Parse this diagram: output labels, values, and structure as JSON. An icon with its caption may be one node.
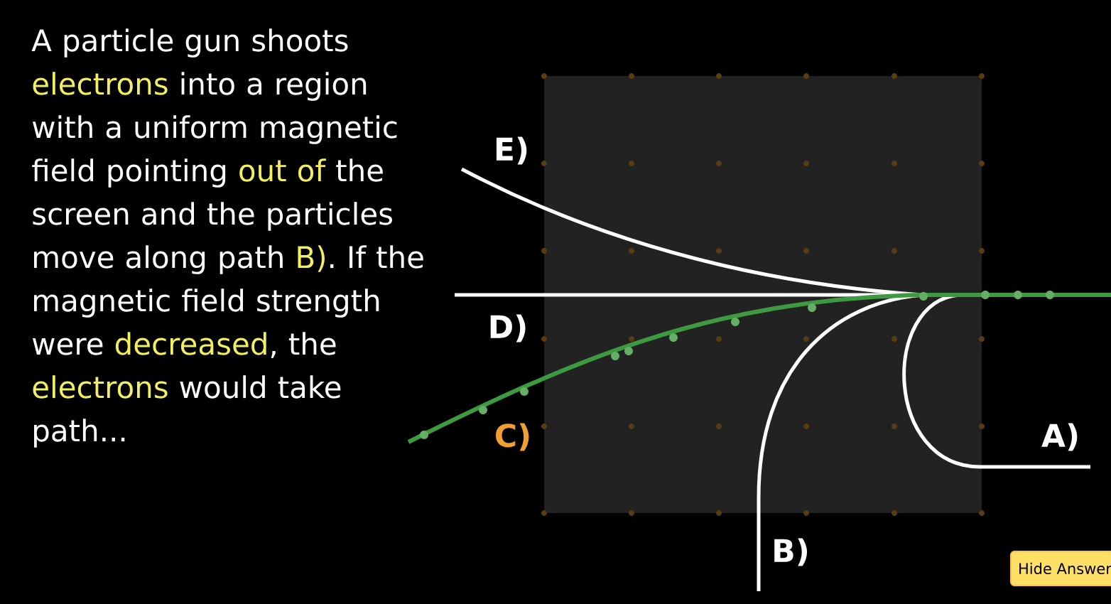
{
  "diagram": {
    "labels": [
      "A particle gun shoots",
      "electrons",
      "into a region with a uniform magnetic field pointing",
      "out of",
      "the screen and the particles move along path",
      "B)",
      ".  If the magnetic field strength were",
      "decreased",
      ", the",
      "electrons",
      "would take path...",
      "E)",
      "D)",
      "C)",
      "A)",
      "B)",
      "Hide Answer"
    ]
  }
}
